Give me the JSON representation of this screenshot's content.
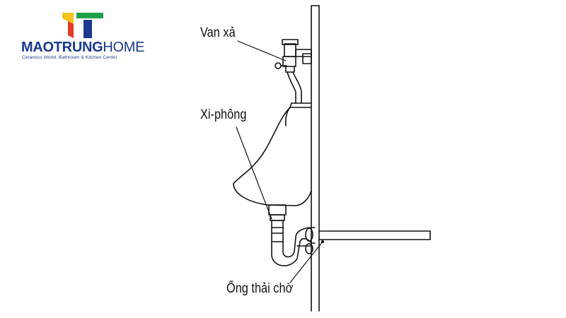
{
  "logo": {
    "brand_part1": "MAOTRUNG",
    "brand_part2": "HOME",
    "tagline": "Ceramics World, Bathroom & Kitchen Center",
    "colors": {
      "yellow": "#f5c21b",
      "red": "#e63a2a",
      "green": "#1fa14a",
      "blue": "#1b3a8f"
    }
  },
  "diagram": {
    "labels": {
      "flush_valve": "Van xả",
      "siphon": "Xi-phông",
      "waste_pipe": "Ống thải chờ"
    }
  }
}
